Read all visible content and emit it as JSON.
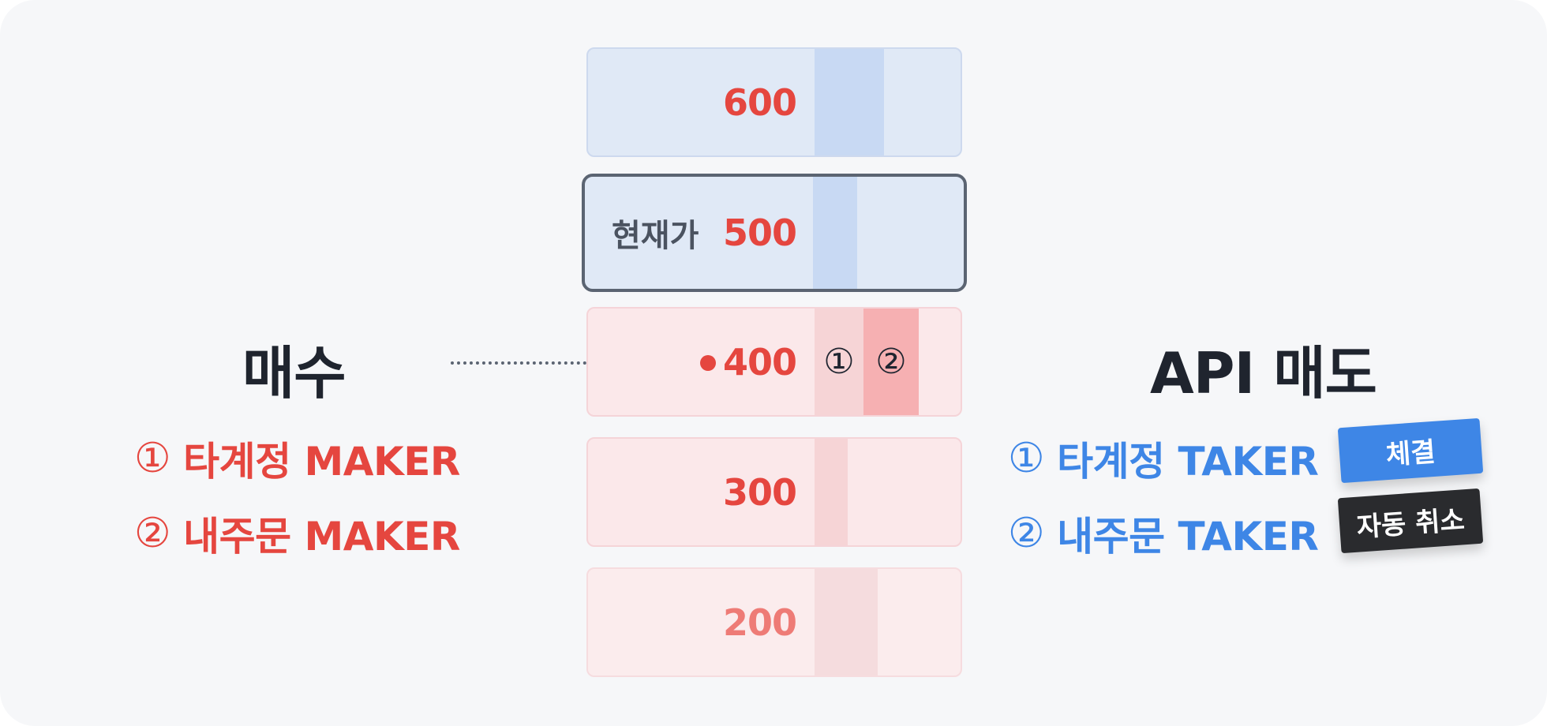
{
  "orderbook": {
    "rows": [
      {
        "price": "600",
        "side": "ask",
        "volume_fill": 0.18
      },
      {
        "price": "500",
        "side": "current",
        "label": "현재가",
        "volume_fill": 0.12
      },
      {
        "price": "400",
        "side": "bid",
        "marker_1": "①",
        "marker_2": "②"
      },
      {
        "price": "300",
        "side": "bid",
        "volume_fill": 0.09
      },
      {
        "price": "200",
        "side": "bid",
        "volume_fill": 0.17
      }
    ]
  },
  "buy_panel": {
    "title": "매수",
    "items": [
      {
        "num": "①",
        "label": "타계정 MAKER"
      },
      {
        "num": "②",
        "label": "내주문 MAKER"
      }
    ]
  },
  "sell_panel": {
    "title": "API 매도",
    "items": [
      {
        "num": "①",
        "label": "타계정 TAKER",
        "badge": "체결"
      },
      {
        "num": "②",
        "label": "내주문 TAKER",
        "badge": "자동 취소"
      }
    ]
  },
  "colors": {
    "bid_price": "#e5463f",
    "taker_blue": "#3e86e6",
    "filled_badge": "#3e86e6",
    "cancel_badge": "#2a2b2e"
  }
}
